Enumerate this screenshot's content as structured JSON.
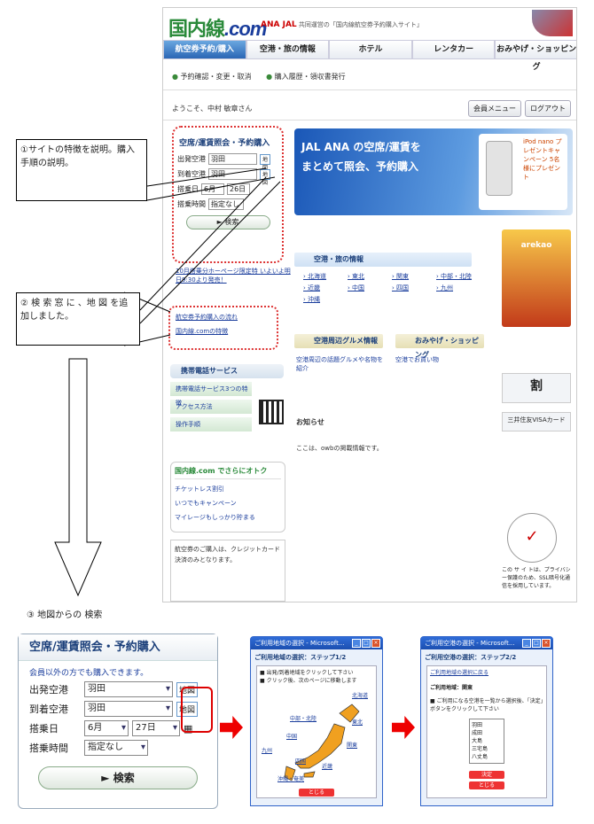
{
  "site": {
    "logo_main": "国内線",
    "logo_com": ".com",
    "partner_brand": "ANA JAL",
    "partner_text": "共同運営の「国内線航空券予約購入サイト」",
    "nav": [
      "航空券予約/購入",
      "空港・旅の情報",
      "ホテル",
      "レンタカー",
      "おみやげ・ショッピング"
    ],
    "subnav": [
      "予約確認・変更・取消",
      "購入履歴・領収書発行"
    ],
    "welcome": "ようこそ、中村 敏章さん",
    "member_menu": "会員メニュー",
    "logout": "ログアウト",
    "search": {
      "title": "空席/運賃照会・予約購入",
      "dep_label": "出発空港",
      "dep_value": "羽田",
      "arr_label": "到着空港",
      "arr_value": "羽田",
      "date_label": "搭乗日",
      "month": "6月",
      "day": "26日",
      "time_label": "搭乗時間",
      "time_value": "指定なし",
      "map_btn": "地図",
      "submit": "► 検索"
    },
    "promo_link": "10月搭乗分ホーページ限定特 いよいよ明日9:30より発売！",
    "links": [
      "航空券予約購入の流れ",
      "国内線.comの特徴"
    ],
    "banner_line1": "JAL ANA の空席/運賃を",
    "banner_line2": "まとめて照会、予約購入",
    "ipod_text": "iPod nano プレゼントキャンペーン 5名様にプレゼント",
    "info_title": "空港・旅の情報",
    "regions": [
      "北海道",
      "東北",
      "関東",
      "中部・北陸",
      "近畿",
      "中国",
      "四国",
      "九州",
      "沖縄"
    ],
    "gourmet_title": "空港周辺グルメ情報",
    "shopping_title": "おみやげ・ショッピング",
    "gourmet_text": "空港周辺の話題グルメや名物を紹介",
    "shopping_text": "空港でお買い物",
    "notice_title": "お知らせ",
    "notice_text": "ここは、owbの掲載情報です。",
    "mobile_title": "携帯電話サービス",
    "mobile_items": [
      "携帯電話サービス3つの特徴",
      "アクセス方法",
      "操作手順"
    ],
    "plus_title": "国内線.com でさらにオトク",
    "plus_items": [
      "チケットレス割引",
      "いつでもキャンペーン",
      "マイレージもしっかり貯まる"
    ],
    "credit_text": "航空券のご購入は、クレジットカード決済のみとなります。",
    "right_ad": "arekao",
    "ad_wari": "割",
    "ad_visa": "三井住友VISAカード",
    "verisign": "✓",
    "privacy_text": "この サ イ トは、プライバシー保護のため、SSL暗号化通信を採用しています。"
  },
  "callouts": {
    "c1": "①サイトの特徴を説明。購入手順の説明。",
    "c2": "② 検 索 窓 に 、地 図 を追加しました。"
  },
  "section3": {
    "heading": "③ 地図からの 検索",
    "box_title": "空席/運賃照会・予約購入",
    "box_sub": "会員以外の方でも購入できます。",
    "dep_label": "出発空港",
    "dep_value": "羽田",
    "arr_label": "到着空港",
    "arr_value": "羽田",
    "date_label": "搭乗日",
    "month": "6月",
    "day": "27日",
    "time_label": "搭乗時間",
    "time_value": "指定なし",
    "map_btn": "地図",
    "submit": "► 検索"
  },
  "win1": {
    "title": "ご利用地域の選択 - Microsoft...",
    "step": "ご利用地域の選択：ステップ1/2",
    "lines": [
      "■ 出発/到着地域をクリックして下さい",
      "■ クリック後、次のページに移動します"
    ],
    "regions": [
      "北海道",
      "東北",
      "中部・北陸",
      "関東",
      "中国",
      "九州",
      "近畿",
      "四国",
      "沖縄・奄美"
    ],
    "close": "とじる"
  },
  "win2": {
    "title": "ご利用空港の選択 - Microsoft...",
    "step": "ご利用空港の選択：ステップ2/2",
    "back": "ご利用地域の選択に戻る",
    "area": "ご利用地域：関東",
    "desc": "■ ご利用になる空港を一覧から選択後、「決定」ボタンをクリックして下さい",
    "airports": [
      "羽田",
      "成田",
      "大島",
      "三宅島",
      "八丈島"
    ],
    "decide": "決定",
    "close": "とじる"
  },
  "colors": {
    "accent_red": "#dd0000",
    "brand_green": "#2a8a3a",
    "brand_blue": "#1a3d9c"
  }
}
